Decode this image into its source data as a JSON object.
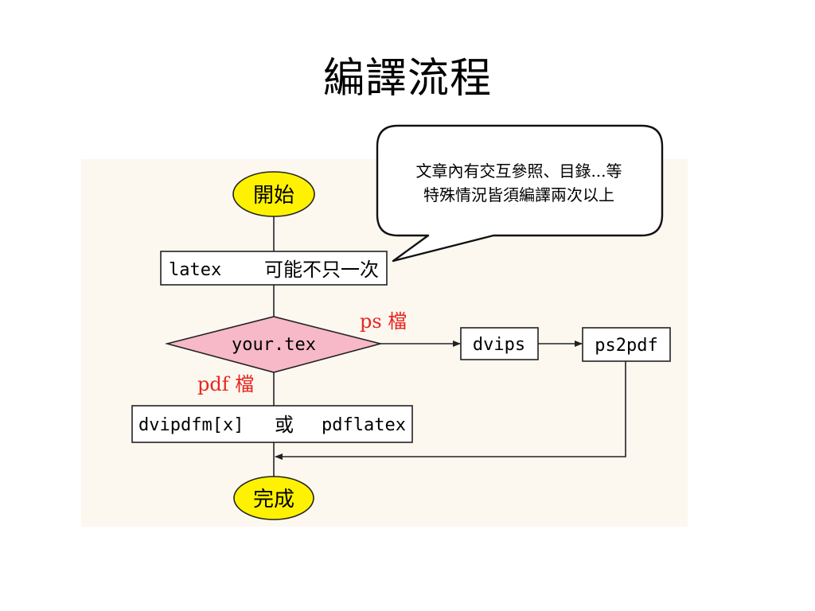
{
  "title": "編譯流程",
  "nodes": {
    "start": "開始",
    "latex_cmd": "latex",
    "latex_note": "可能不只一次",
    "decision": "your.tex",
    "dvips": "dvips",
    "ps2pdf": "ps2pdf",
    "dvipdf_cmd1": "dvipdfm[x]",
    "dvipdf_or": "或",
    "dvipdf_cmd2": "pdflatex",
    "end": "完成"
  },
  "edge_labels": {
    "ps_branch": "ps 檔",
    "pdf_branch": "pdf 檔"
  },
  "callout": {
    "line1": "文章內有交互參照、目錄...等",
    "line2": "特殊情況皆須編譯兩次以上"
  },
  "colors": {
    "panel_bg": "#fcf8f0",
    "terminal_fill": "#fff200",
    "decision_fill": "#f7b8c8",
    "edge_label": "#e8251f",
    "line": "#222222"
  }
}
